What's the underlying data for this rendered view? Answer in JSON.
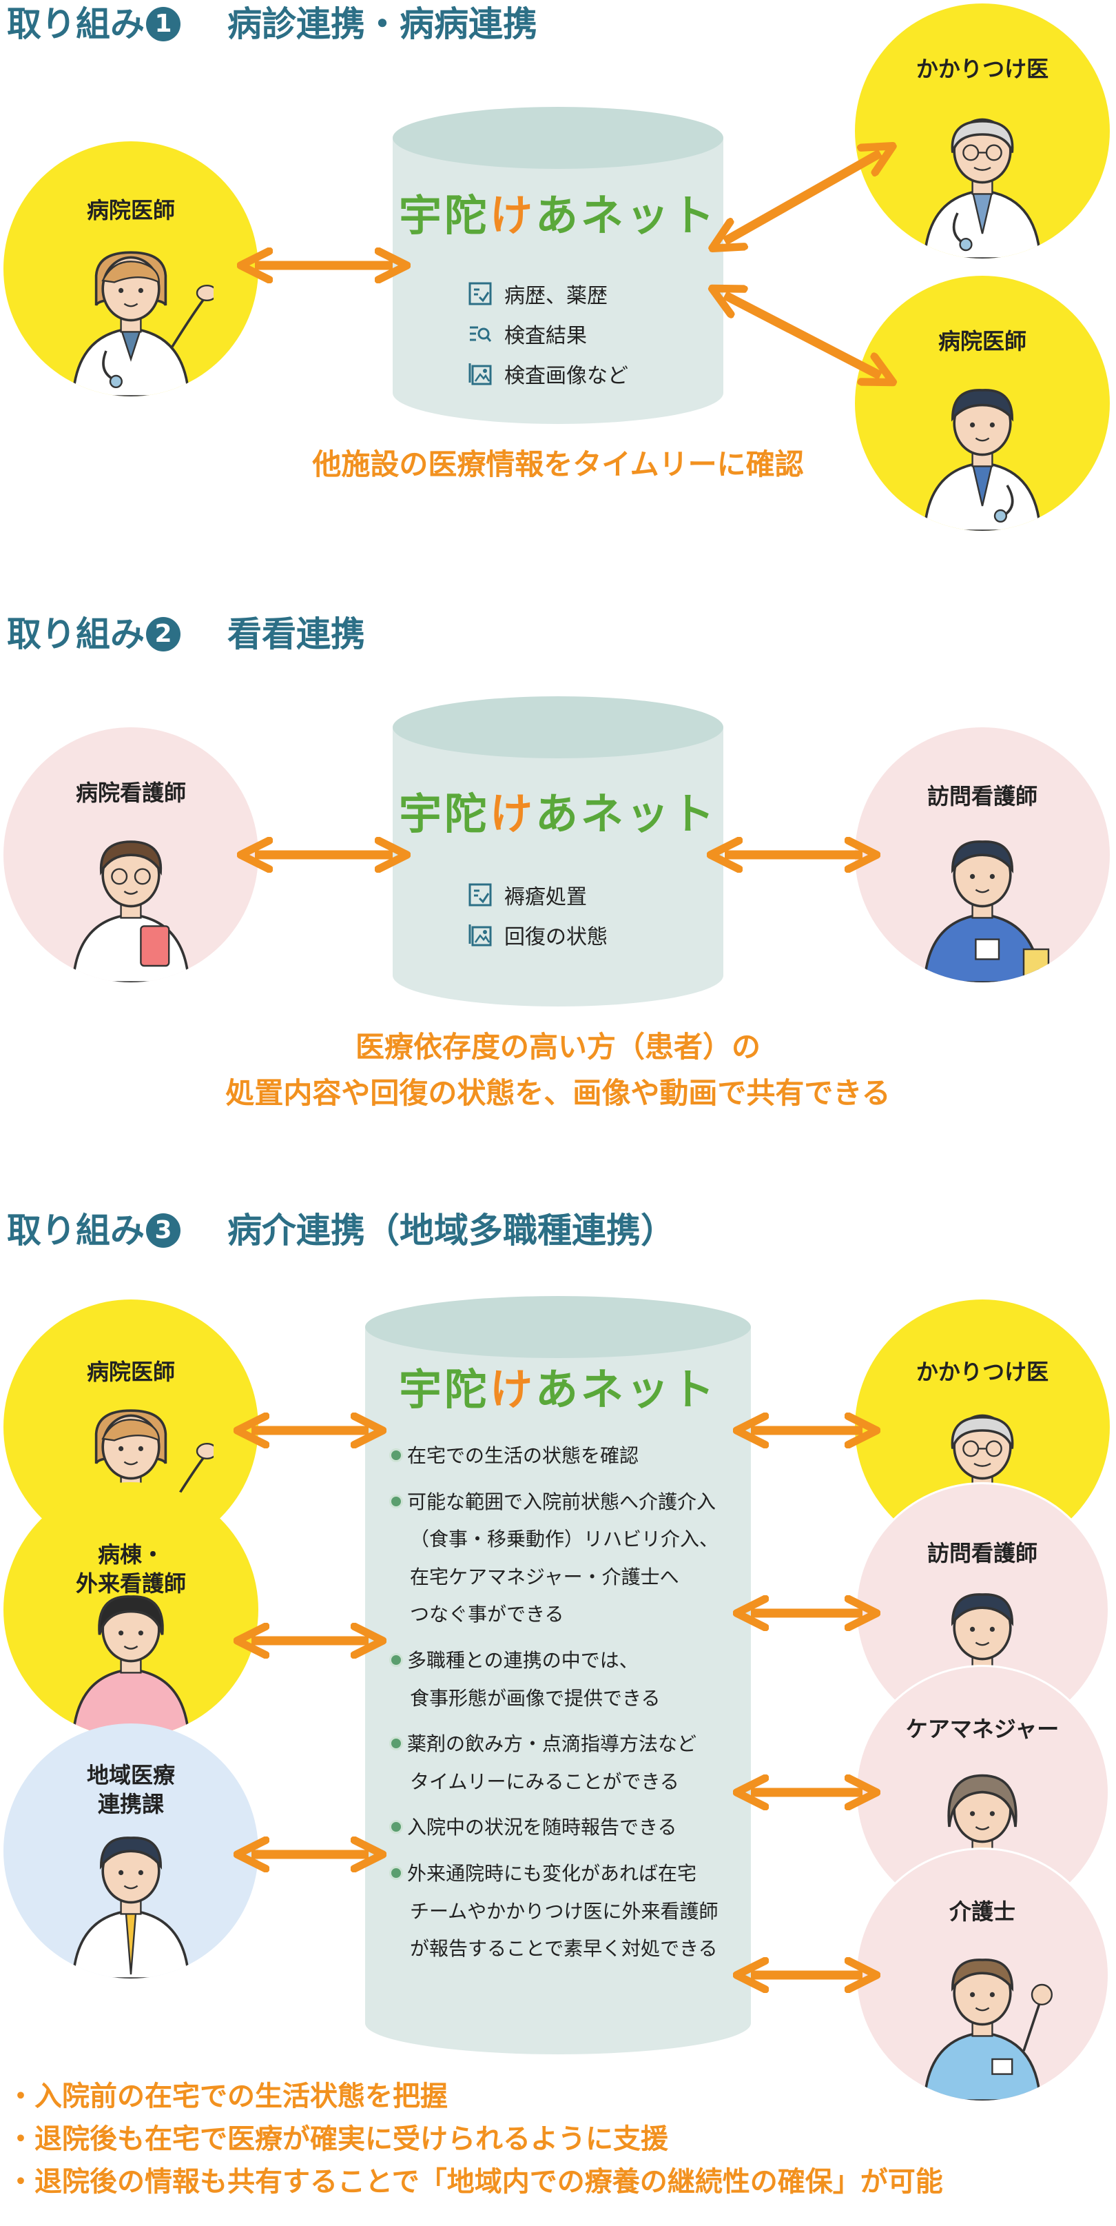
{
  "logo": {
    "text_left": "宇陀",
    "text_heart": "け",
    "text_right": "あネット"
  },
  "colors": {
    "teal": "#2c6f86",
    "orange": "#f2911f",
    "yellow": "#fbe826",
    "pink": "#f8e4e4",
    "blue": "#dce9f7",
    "green": "#5aa83a"
  },
  "sections": [
    {
      "prefix": "取り組み",
      "number": "1",
      "title": "病診連携・病病連携",
      "left": {
        "label": "病院医師"
      },
      "right": [
        {
          "label": "かかりつけ医"
        },
        {
          "label": "病院医師"
        }
      ],
      "db_items": [
        {
          "icon": "checklist-icon",
          "label": "病歴、薬歴"
        },
        {
          "icon": "search-list-icon",
          "label": "検査結果"
        },
        {
          "icon": "image-icon",
          "label": "検査画像など"
        }
      ],
      "caption": [
        "他施設の医療情報をタイムリーに確認"
      ]
    },
    {
      "prefix": "取り組み",
      "number": "2",
      "title": "看看連携",
      "left": {
        "label": "病院看護師"
      },
      "right": [
        {
          "label": "訪問看護師"
        }
      ],
      "db_items": [
        {
          "icon": "checklist-icon",
          "label": "褥瘡処置"
        },
        {
          "icon": "image-icon",
          "label": "回復の状態"
        }
      ],
      "caption": [
        "医療依存度の高い方（患者）の",
        "処置内容や回復の状態を、画像や動画で共有できる"
      ]
    },
    {
      "prefix": "取り組み",
      "number": "3",
      "title": "病介連携（地域多職種連携）",
      "left": [
        {
          "label": "病院医師"
        },
        {
          "label": "病棟・\n外来看護師"
        },
        {
          "label": "地域医療\n連携課"
        }
      ],
      "right": [
        {
          "label": "かかりつけ医"
        },
        {
          "label": "訪問看護師"
        },
        {
          "label": "ケアマネジャー"
        },
        {
          "label": "介護士"
        }
      ],
      "db_lines": [
        {
          "bullet": true,
          "text": "在宅での生活の状態を確認"
        },
        {
          "bullet": true,
          "text": "可能な範囲で入院前状態へ介護介入"
        },
        {
          "bullet": false,
          "text": "（食事・移乗動作）リハビリ介入、"
        },
        {
          "bullet": false,
          "text": "在宅ケアマネジャー・介護士へ"
        },
        {
          "bullet": false,
          "text": "つなぐ事ができる"
        },
        {
          "bullet": true,
          "text": "多職種との連携の中では、"
        },
        {
          "bullet": false,
          "text": "食事形態が画像で提供できる"
        },
        {
          "bullet": true,
          "text": "薬剤の飲み方・点滴指導方法など"
        },
        {
          "bullet": false,
          "text": "タイムリーにみることができる"
        },
        {
          "bullet": true,
          "text": "入院中の状況を随時報告できる"
        },
        {
          "bullet": true,
          "text": "外来通院時にも変化があれば在宅"
        },
        {
          "bullet": false,
          "text": "チームやかかりつけ医に外来看護師"
        },
        {
          "bullet": false,
          "text": "が報告することで素早く対処できる"
        }
      ],
      "bullets": [
        "・入院前の在宅での生活状態を把握",
        "・退院後も在宅で医療が確実に受けられるように支援",
        "・退院後の情報も共有することで「地域内での療養の継続性の確保」が可能"
      ]
    }
  ]
}
